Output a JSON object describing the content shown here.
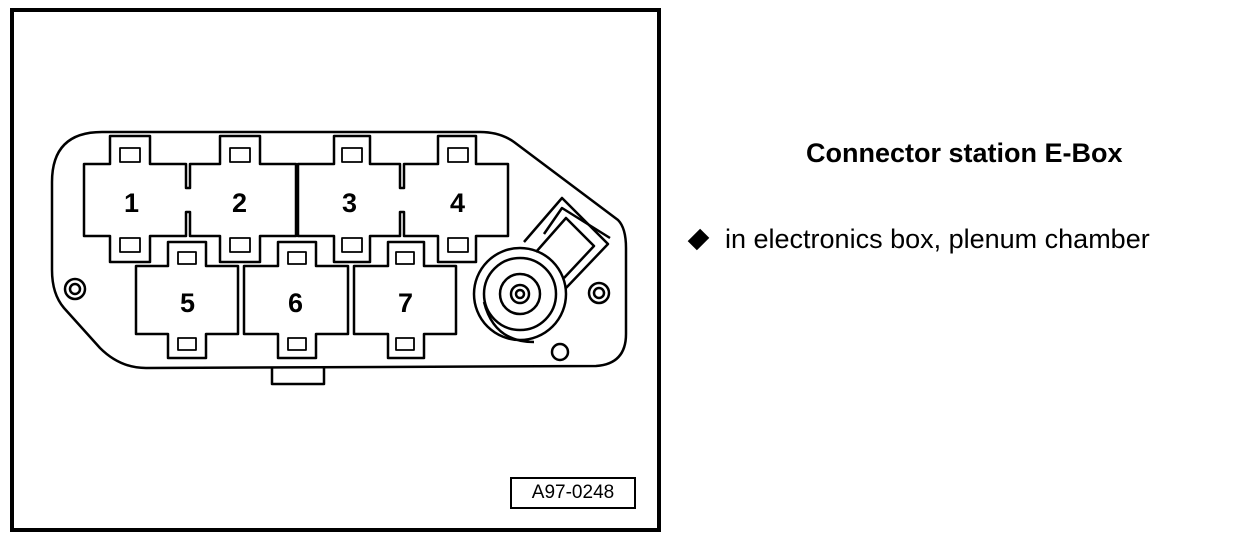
{
  "figure": {
    "connector_labels": [
      "1",
      "2",
      "3",
      "4",
      "5",
      "6",
      "7"
    ],
    "figure_id": "A97-0248"
  },
  "caption": {
    "title": "Connector station E-Box",
    "bullet_text": "in electronics box, plenum chamber",
    "bullet_icon": "diamond-bullet-icon"
  }
}
